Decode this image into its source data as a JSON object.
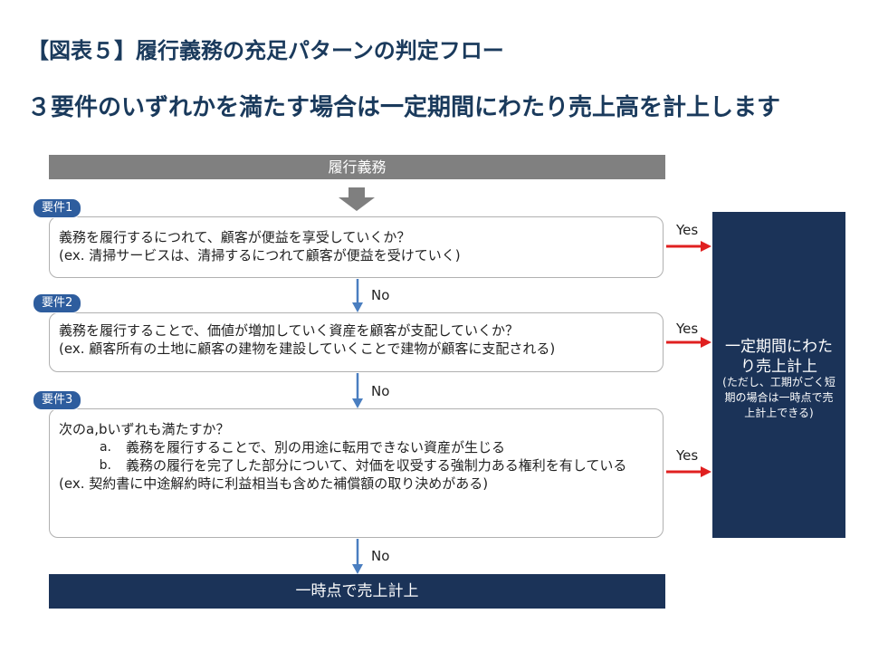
{
  "header": {
    "title": "【図表５】履行義務の充足パターンの判定フロー",
    "subtitle": "３要件のいずれかを満たす場合は一定期間にわたり売上高を計上します"
  },
  "flow": {
    "start": "履行義務",
    "requirements": [
      {
        "tag": "要件1",
        "question": "義務を履行するにつれて、顧客が便益を享受していくか？",
        "example": "(ex. 清掃サービスは、清掃するにつれて顧客が便益を受けていく)"
      },
      {
        "tag": "要件2",
        "question": "義務を履行することで、価値が増加していく資産を顧客が支配していくか？",
        "example": "(ex. 顧客所有の土地に顧客の建物を建設していくことで建物が顧客に支配される)"
      },
      {
        "tag": "要件3",
        "question": "次のa,bいずれも満たすか？",
        "sub_items": [
          {
            "label": "a.",
            "text": "義務を履行することで、別の用途に転用できない資産が生じる"
          },
          {
            "label": "b.",
            "text": "義務の履行を完了した部分について、対価を収受する強制力ある権利を有している"
          }
        ],
        "example": "(ex. 契約書に中途解約時に利益相当も含めた補償額の取り決めがある)"
      }
    ],
    "yes_label": "Yes",
    "no_label": "No",
    "result_yes": {
      "main": "一定期間にわたり売上計上",
      "note": "(ただし、工期がごく短期の場合は一時点で売上計上できる)"
    },
    "result_no": "一時点で売上計上"
  },
  "colors": {
    "title": "#1a3a5c",
    "navy": "#1b3358",
    "gray_banner": "#808080",
    "tag_blue": "#2e5d9e",
    "arrow_blue": "#4a7ec0",
    "arrow_red": "#e02020"
  }
}
